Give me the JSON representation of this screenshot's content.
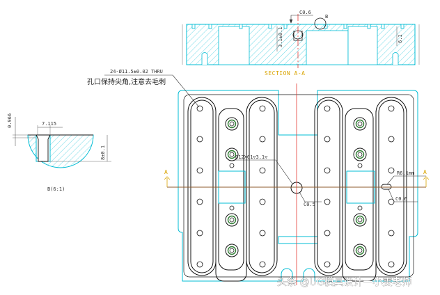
{
  "labels": {
    "section_title": "SECTION A-A",
    "hole_spec": "24-Ø11.5±0.02 THRU",
    "hole_note": "孔口保持尖角,注意去毛刺",
    "detail_title": "B(6:1)",
    "detail_top_dim": "0.966",
    "detail_width_dim": "7.115",
    "detail_depth_dim": "8±0.1",
    "center_bore_note": "Ø12X01▽3.1▽",
    "chamfer_center": "C0.5",
    "slot_note": "R6.1mm",
    "chamfer_right": "C0.6",
    "chamfer_top": "C0.6",
    "section_dim_left": "3.1±0.1",
    "section_dim_right": "6.1",
    "marker_a_left": "A",
    "marker_a_right": "A",
    "marker_b": "B",
    "watermark": "头条 @UG模具设计一小雯老师"
  },
  "colors": {
    "cyan": "#00bcd4",
    "black": "#111111",
    "red": "#e53935",
    "brown": "#8d5a2b",
    "dim": "#444444",
    "section_text": "#d9a400"
  }
}
